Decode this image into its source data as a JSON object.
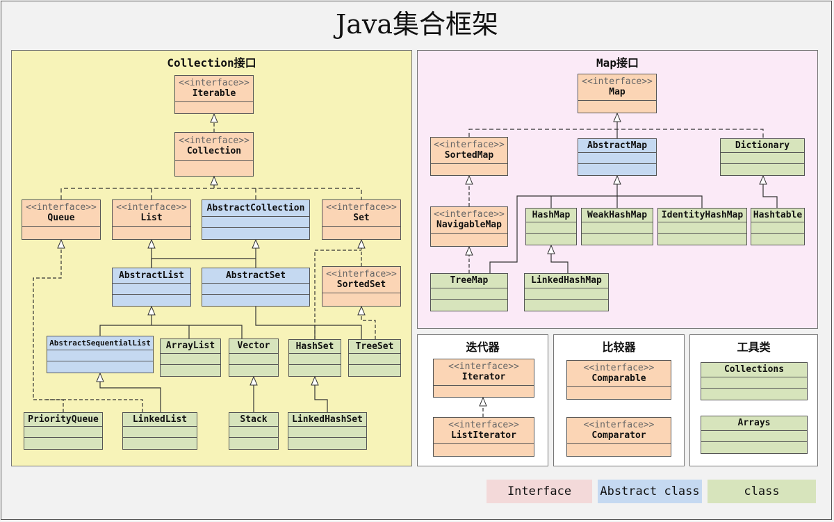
{
  "title": "Java集合框架",
  "panels": {
    "collection": "Collection接口",
    "map": "Map接口",
    "iterator": "迭代器",
    "comparator": "比较器",
    "utility": "工具类"
  },
  "stereotype": "<<interface>>",
  "boxes": {
    "iterable": "Iterable",
    "collection": "Collection",
    "queue": "Queue",
    "list": "List",
    "abstract_collection": "AbstractCollection",
    "set": "Set",
    "abstract_list": "AbstractList",
    "abstract_set": "AbstractSet",
    "sorted_set": "SortedSet",
    "abstract_sequential_list": "AbstractSequentialList",
    "array_list": "ArrayList",
    "vector": "Vector",
    "hash_set": "HashSet",
    "tree_set": "TreeSet",
    "priority_queue": "PriorityQueue",
    "linked_list": "LinkedList",
    "stack": "Stack",
    "linked_hash_set": "LinkedHashSet",
    "map": "Map",
    "sorted_map": "SortedMap",
    "abstract_map": "AbstractMap",
    "dictionary": "Dictionary",
    "navigable_map": "NavigableMap",
    "hash_map": "HashMap",
    "weak_hash_map": "WeakHashMap",
    "identity_hash_map": "IdentityHashMap",
    "hashtable": "Hashtable",
    "tree_map": "TreeMap",
    "linked_hash_map": "LinkedHashMap",
    "iterator": "Iterator",
    "list_iterator": "ListIterator",
    "comparable": "Comparable",
    "comparator": "Comparator",
    "collections": "Collections",
    "arrays": "Arrays"
  },
  "legend": {
    "interface": "Interface",
    "abstract": "Abstract class",
    "class": "class"
  },
  "colors": {
    "interface": "#fbd5b5",
    "abstract": "#c5d9f1",
    "class": "#d7e4bc",
    "collection_panel": "#f7f3b8",
    "map_panel": "#fbeaf7",
    "legend_interface": "#f3d9d9",
    "legend_abstract": "#c5d9f1",
    "legend_class": "#d7e4bc"
  }
}
